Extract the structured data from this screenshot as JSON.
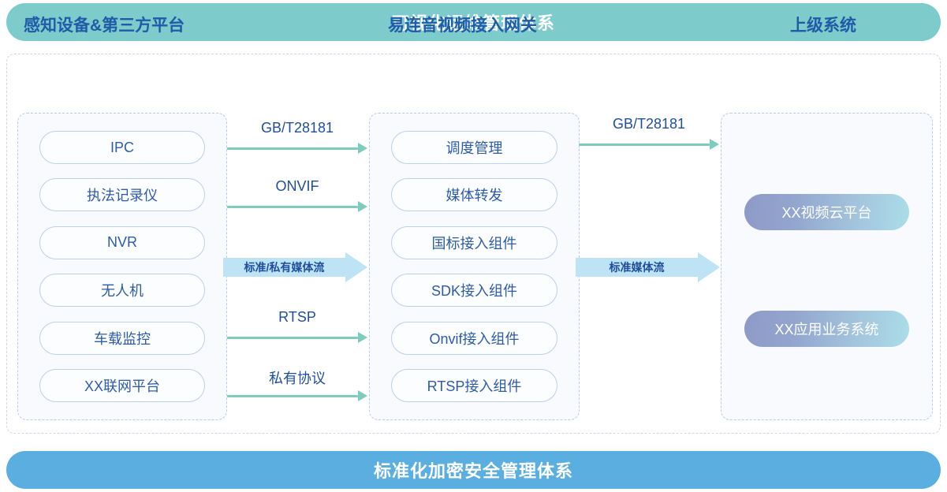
{
  "banners": {
    "top": "可视化运维管理体系",
    "bottom": "标准化加密安全管理体系",
    "top_color": "#7ECBCB",
    "bottom_color": "#5BAEE0"
  },
  "columns": [
    {
      "title": "感知设备&第三方平台",
      "items": [
        {
          "label": "IPC"
        },
        {
          "label": "执法记录仪"
        },
        {
          "label": "NVR"
        },
        {
          "label": "无人机"
        },
        {
          "label": "车载监控"
        },
        {
          "label": "XX联网平台"
        }
      ]
    },
    {
      "title": "易连音视频接入网关",
      "items": [
        {
          "label": "调度管理"
        },
        {
          "label": "媒体转发"
        },
        {
          "label": "国标接入组件"
        },
        {
          "label": "SDK接入组件"
        },
        {
          "label": "Onvif接入组件"
        },
        {
          "label": "RTSP接入组件"
        }
      ]
    },
    {
      "title": "上级系统",
      "items": [
        {
          "label": "XX视频云平台"
        },
        {
          "label": "XX应用业务系统"
        }
      ]
    }
  ],
  "connectors": {
    "left_thin": [
      {
        "label": "GB/T28181"
      },
      {
        "label": "ONVIF"
      },
      {
        "label": "RTSP"
      },
      {
        "label": "私有协议"
      }
    ],
    "left_block": {
      "label": "标准/私有媒体流"
    },
    "right_thin": [
      {
        "label": "GB/T28181"
      }
    ],
    "right_block": {
      "label": "标准媒体流"
    },
    "arrow_color": "#7DCCBE",
    "block_color": "#BDE3F5",
    "label_color": "#1F4E9C"
  }
}
